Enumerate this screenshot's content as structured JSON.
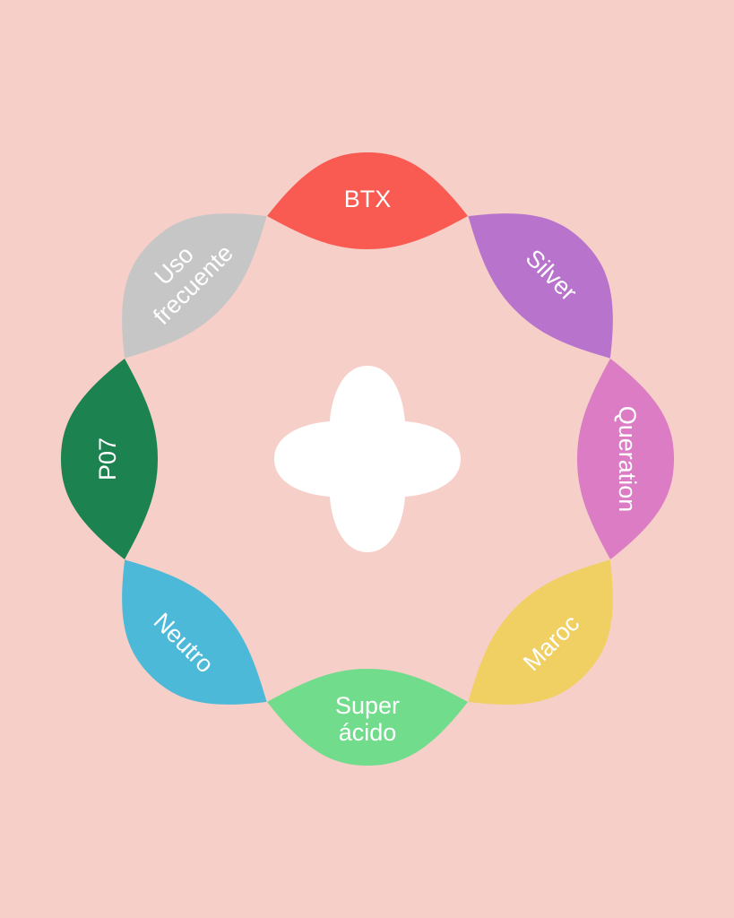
{
  "background": "#f6cfc8",
  "center": {
    "icon": "four-lobed-blob-icon",
    "color": "#ffffff"
  },
  "petals": [
    {
      "lines": [
        "BTX"
      ],
      "color": "#f95a52"
    },
    {
      "lines": [
        "Silver"
      ],
      "color": "#b873cc"
    },
    {
      "lines": [
        "Queration"
      ],
      "color": "#dc7cc5"
    },
    {
      "lines": [
        "Maroc"
      ],
      "color": "#f0d062"
    },
    {
      "lines": [
        "Super",
        "ácido"
      ],
      "color": "#72dc8d"
    },
    {
      "lines": [
        "Neutro"
      ],
      "color": "#4cb9d9"
    },
    {
      "lines": [
        "P07"
      ],
      "color": "#1b8250"
    },
    {
      "lines": [
        "Uso",
        "frecuente"
      ],
      "color": "#c6c6c6"
    }
  ]
}
